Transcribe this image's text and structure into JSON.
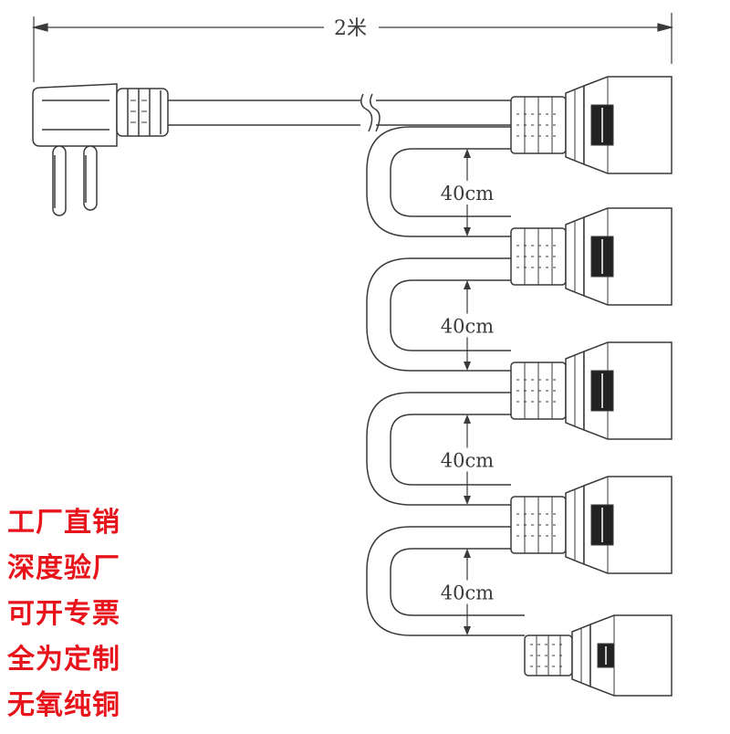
{
  "diagram": {
    "total_length_label": "2米",
    "spacing_labels": [
      "40cm",
      "40cm",
      "40cm",
      "40cm"
    ]
  },
  "promo": {
    "lines": [
      "工厂直销",
      "深度验厂",
      "可开专票",
      "全为定制",
      "无氧纯铜"
    ],
    "color": "#e8141c"
  },
  "colors": {
    "line": "#3a3a3a",
    "cable_fill": "#ffffff"
  }
}
